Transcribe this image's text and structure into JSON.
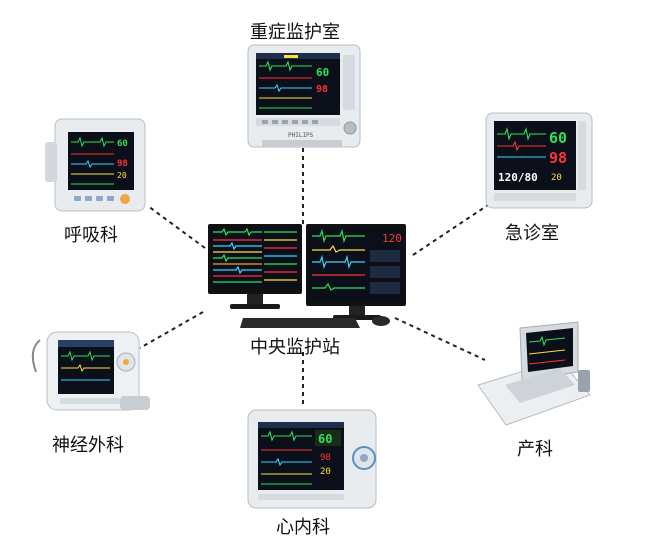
{
  "nodes": {
    "center": {
      "label": "中央监护站"
    },
    "icu": {
      "label": "重症监护室"
    },
    "emergency": {
      "label": "急诊室"
    },
    "obstetrics": {
      "label": "产科"
    },
    "cardiology": {
      "label": "心内科"
    },
    "neurosurgery": {
      "label": "神经外科"
    },
    "respiratory": {
      "label": "呼吸科"
    }
  },
  "monitor_readouts": {
    "icu_hr": "60",
    "icu_spo2": "98",
    "emergency_hr": "60",
    "emergency_spo2": "98",
    "emergency_bp": "120/80",
    "emergency_rr": "20",
    "respiratory_hr": "60",
    "respiratory_spo2": "98",
    "respiratory_rr": "20",
    "cardiology_hr": "60",
    "cardiology_spo2": "98",
    "cardiology_rr": "20",
    "center_value": "120"
  },
  "brand": {
    "icu_monitor": "PHILIPS"
  },
  "colors": {
    "connector": "#222222",
    "screen": "#0b0f1a",
    "hr": "#2fe05a",
    "spo2": "#ff3333",
    "resp": "#ffe135",
    "cyan": "#39d5ff"
  }
}
